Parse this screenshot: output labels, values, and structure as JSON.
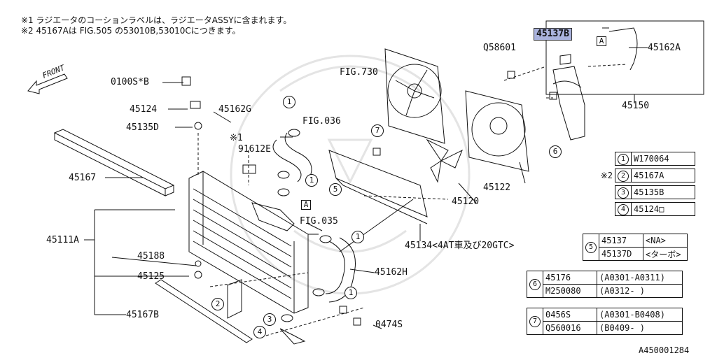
{
  "notes": {
    "n1": "※1 ラジエータのコーションラベルは、ラジエータASSYに含まれます。",
    "n2": "※2 45167Aは FIG.505 の53010B,53010Cにつきます。"
  },
  "front": "FRONT",
  "ref_id": "A450001284",
  "callouts": {
    "l_0100s": "0100S*B",
    "l_45124": "45124",
    "l_45135d": "45135D",
    "l_45167": "45167",
    "l_45111a": "45111A",
    "l_45188": "45188",
    "l_45125": "45125",
    "l_45167b": "45167B",
    "l_45162g": "45162G",
    "l_91612e": "91612E",
    "l_note1mark": "※1",
    "l_fig036": "FIG.036",
    "l_fig035": "FIG.035",
    "l_fig730": "FIG.730",
    "l_q58601": "Q58601",
    "l_45137b": "45137B",
    "l_45162a": "45162A",
    "l_45150": "45150",
    "l_45122": "45122",
    "l_45120": "45120",
    "l_45134": "45134<4AT車及び20GTC>",
    "l_45162h": "45162H",
    "l_0474s": "0474S",
    "boxA": "A"
  },
  "circle_nums": {
    "c1": "1",
    "c2": "2",
    "c3": "3",
    "c4": "4",
    "c5": "5",
    "c6": "6",
    "c7": "7"
  },
  "legend_simple": [
    {
      "num": "1",
      "prefix": "",
      "part": "W170064"
    },
    {
      "num": "2",
      "prefix": "※2",
      "part": "45167A"
    },
    {
      "num": "3",
      "prefix": "",
      "part": "45135B"
    },
    {
      "num": "4",
      "prefix": "",
      "part": "45124□"
    }
  ],
  "legend5": {
    "num": "5",
    "rows": [
      {
        "part": "45137",
        "cond": "<NA>"
      },
      {
        "part": "45137D",
        "cond": "<ターボ>"
      }
    ]
  },
  "legend6": {
    "num": "6",
    "rows": [
      {
        "part": "45176",
        "cond": "(A0301-A0311)"
      },
      {
        "part": "M250080",
        "cond": "(A0312-        )"
      }
    ]
  },
  "legend7": {
    "num": "7",
    "rows": [
      {
        "part": "0456S",
        "cond": "(A0301-B0408)"
      },
      {
        "part": "Q560016",
        "cond": "(B0409-        )"
      }
    ]
  }
}
